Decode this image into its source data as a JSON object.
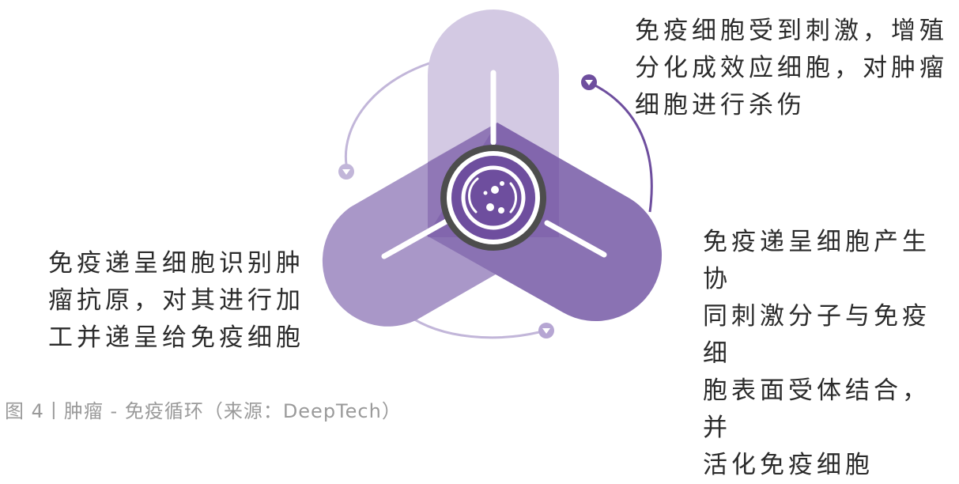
{
  "labels": {
    "top_right": "免疫细胞受到刺激，增殖\n分化成效应细胞，对肿瘤\n细胞进行杀伤",
    "left": "免疫递呈细胞识别肿\n瘤抗原，对其进行加\n工并递呈给免疫细胞",
    "bottom_right": "免疫递呈细胞产生协\n同刺激分子与免疫细\n胞表面受体结合，并\n活化免疫细胞"
  },
  "caption": "图 4丨肿瘤 - 免疫循环（来源：DeepTech）",
  "colors": {
    "arm_top": "#d3c9e3",
    "arm_left": "#a997c8",
    "arm_right": "#8a72b3",
    "overlap_dark": "#7b5da8",
    "arrow_right": "#6e4e9e",
    "arrow_light": "#c2b6d9",
    "center_ring": "#4d4d4d",
    "center_accent": "#6e4e9e"
  },
  "icons": {
    "center": "cell-icon",
    "arrows": "circular-arrow-icon"
  }
}
